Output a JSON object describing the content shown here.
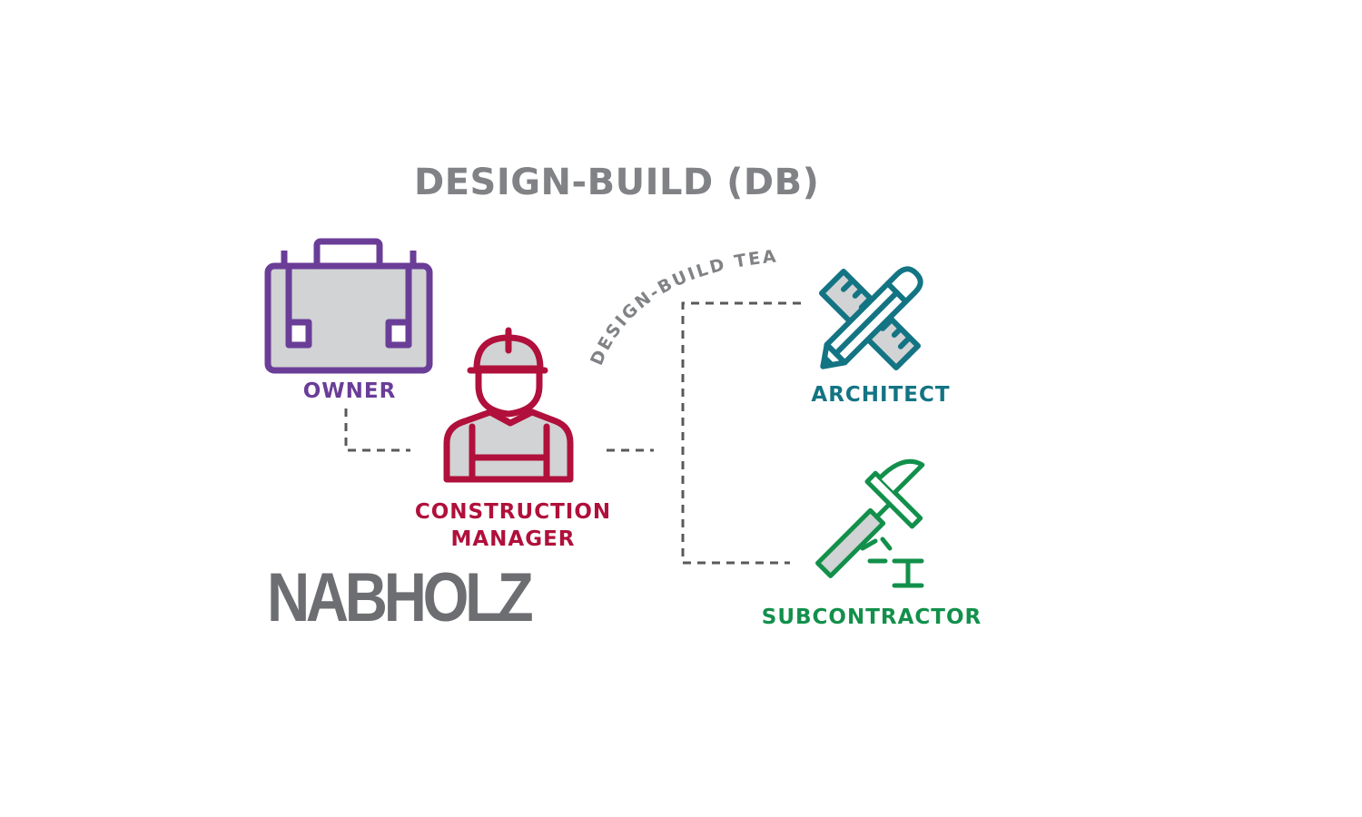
{
  "title": "DESIGN-BUILD (DB)",
  "arc_label": "DESIGN-BUILD TEAM",
  "roles": {
    "owner": {
      "label": "OWNER",
      "icon": "briefcase-icon",
      "color": "#6a3d97"
    },
    "construction_manager": {
      "label_line1": "CONSTRUCTION",
      "label_line2": "MANAGER",
      "icon": "construction-worker-icon",
      "color": "#b0103b"
    },
    "architect": {
      "label": "ARCHITECT",
      "icon": "ruler-pencil-icon",
      "color": "#137483"
    },
    "subcontractor": {
      "label": "SUBCONTRACTOR",
      "icon": "hammer-icon",
      "color": "#12904b"
    }
  },
  "logo": "NABHOLZ",
  "colors": {
    "title": "#808285",
    "connector": "#58595b",
    "icon_fill": "#d1d3d4"
  }
}
